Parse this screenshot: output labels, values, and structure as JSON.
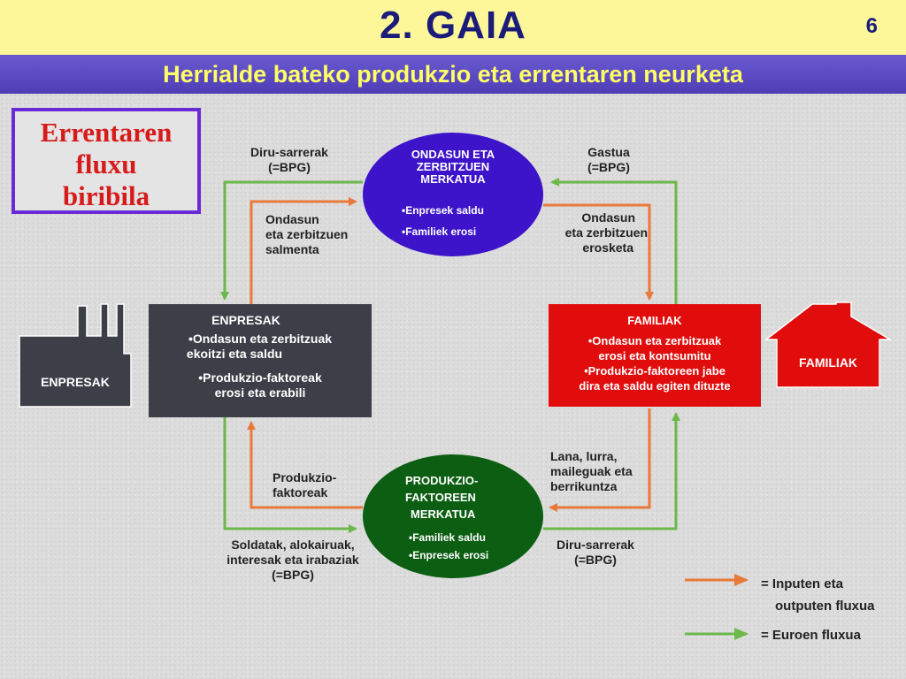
{
  "header": {
    "title": "2. GAIA",
    "page_number": "6"
  },
  "subtitle": "Herrialde bateko produkzio eta errentaren neurketa",
  "title_box": {
    "lines": [
      "Errentaren",
      "fluxu",
      "biribila"
    ]
  },
  "goods_market": {
    "title_lines": [
      "ONDASUN ETA",
      "ZERBITZUEN",
      "MERKATUA"
    ],
    "items": [
      "•Enpresek saldu",
      "•Familiek erosi"
    ]
  },
  "factor_market": {
    "title_lines": [
      "PRODUKZIO-",
      "FAKTOREEN",
      "MERKATUA"
    ],
    "items": [
      "•Familiek saldu",
      "•Enpresek erosi"
    ]
  },
  "firms_box": {
    "title": "ENPRESAK",
    "items": [
      [
        "•Ondasun eta zerbitzuak",
        "ekoitzi eta saldu"
      ],
      [
        "•Produkzio-faktoreak",
        "erosi eta erabili"
      ]
    ]
  },
  "households_box": {
    "title": "FAMILIAK",
    "items": [
      [
        "•Ondasun eta zerbitzuak",
        "erosi eta kontsumitu"
      ],
      [
        "•Produkzio-faktoreen jabe",
        "dira eta saldu egiten dituzte"
      ]
    ]
  },
  "factory_icon": {
    "label": "ENPRESAK"
  },
  "house_icon": {
    "label": "FAMILIAK"
  },
  "labels": {
    "revenue_top": [
      "Diru-sarrerak",
      "(=BPG)"
    ],
    "spending_top": [
      "Gastua",
      "(=BPG)"
    ],
    "goods_sold": [
      "Ondasun",
      "eta zerbitzuen",
      "salmenta"
    ],
    "goods_bought": [
      "Ondasun",
      "eta zerbitzuen",
      "erosketa"
    ],
    "factors": [
      "Produkzio-",
      "faktoreak"
    ],
    "labour": [
      "Lana, lurra,",
      "maileguak eta",
      "berrikuntza"
    ],
    "wages": [
      "Soldatak, alokairuak,",
      "interesak eta irabaziak",
      "(=BPG)"
    ],
    "income_bottom": [
      "Diru-sarrerak",
      "(=BPG)"
    ]
  },
  "legend": {
    "inputs_outputs": [
      "= Inputen eta",
      "outputen fluxua"
    ],
    "euro_flow": "= Euroen fluxua"
  },
  "colors": {
    "orange_flow": "#e8793a",
    "green_flow": "#6cb84a",
    "goods_market": "#3d14c9",
    "factor_market": "#0b5e12",
    "firms_box": "#3d3f48",
    "households_box": "#e10d0d",
    "header_bg": "#fdf79a",
    "subtitle_bg": "#5645c0"
  }
}
